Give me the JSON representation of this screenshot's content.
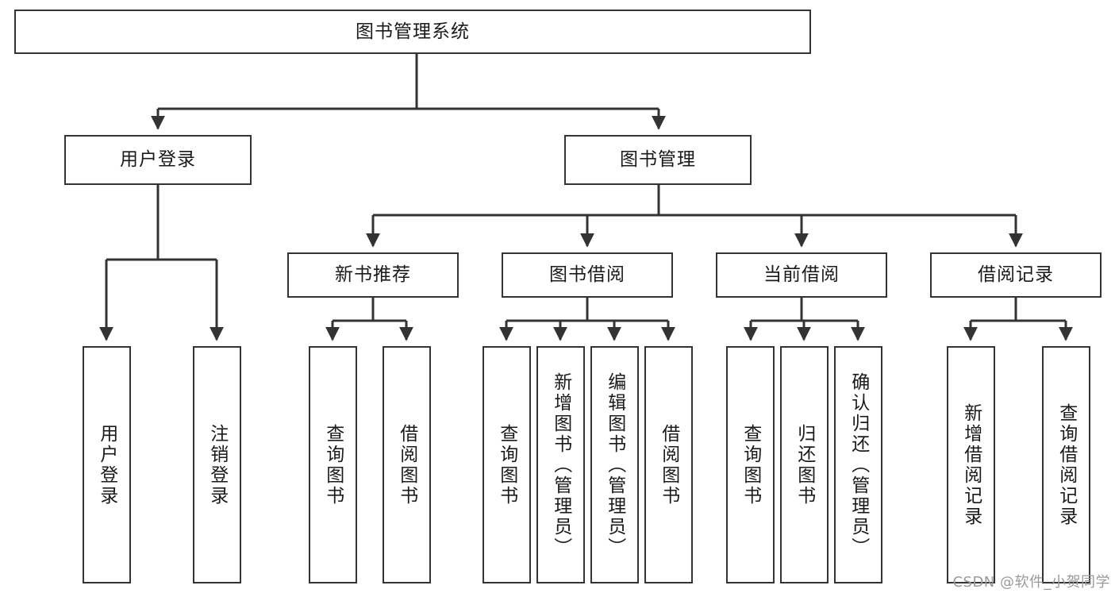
{
  "diagram": {
    "type": "tree-hierarchy",
    "title": "图书管理系统",
    "watermark": "CSDN @软件_小贺同学",
    "colors": {
      "stroke": "#333333",
      "fill": "#ffffff",
      "text": "#1a1a1a",
      "watermark": "#9a9a9a"
    },
    "levels": {
      "root": {
        "label": "图书管理系统"
      },
      "level2": [
        {
          "label": "用户登录"
        },
        {
          "label": "图书管理"
        }
      ],
      "level3": [
        {
          "label": "新书推荐"
        },
        {
          "label": "图书借阅"
        },
        {
          "label": "当前借阅"
        },
        {
          "label": "借阅记录"
        }
      ],
      "leaves": [
        {
          "label": "用户登录",
          "parent": "用户登录"
        },
        {
          "label": "注销登录",
          "parent": "用户登录"
        },
        {
          "label": "查询图书",
          "parent": "新书推荐"
        },
        {
          "label": "借阅图书",
          "parent": "新书推荐"
        },
        {
          "label": "查询图书",
          "parent": "图书借阅"
        },
        {
          "label": "新增图书（管理员）",
          "parent": "图书借阅"
        },
        {
          "label": "编辑图书（管理员）",
          "parent": "图书借阅"
        },
        {
          "label": "借阅图书",
          "parent": "图书借阅"
        },
        {
          "label": "查询图书",
          "parent": "当前借阅"
        },
        {
          "label": "归还图书",
          "parent": "当前借阅"
        },
        {
          "label": "确认归还（管理员）",
          "parent": "当前借阅"
        },
        {
          "label": "新增借阅记录",
          "parent": "借阅记录"
        },
        {
          "label": "查询借阅记录",
          "parent": "借阅记录"
        }
      ]
    }
  }
}
